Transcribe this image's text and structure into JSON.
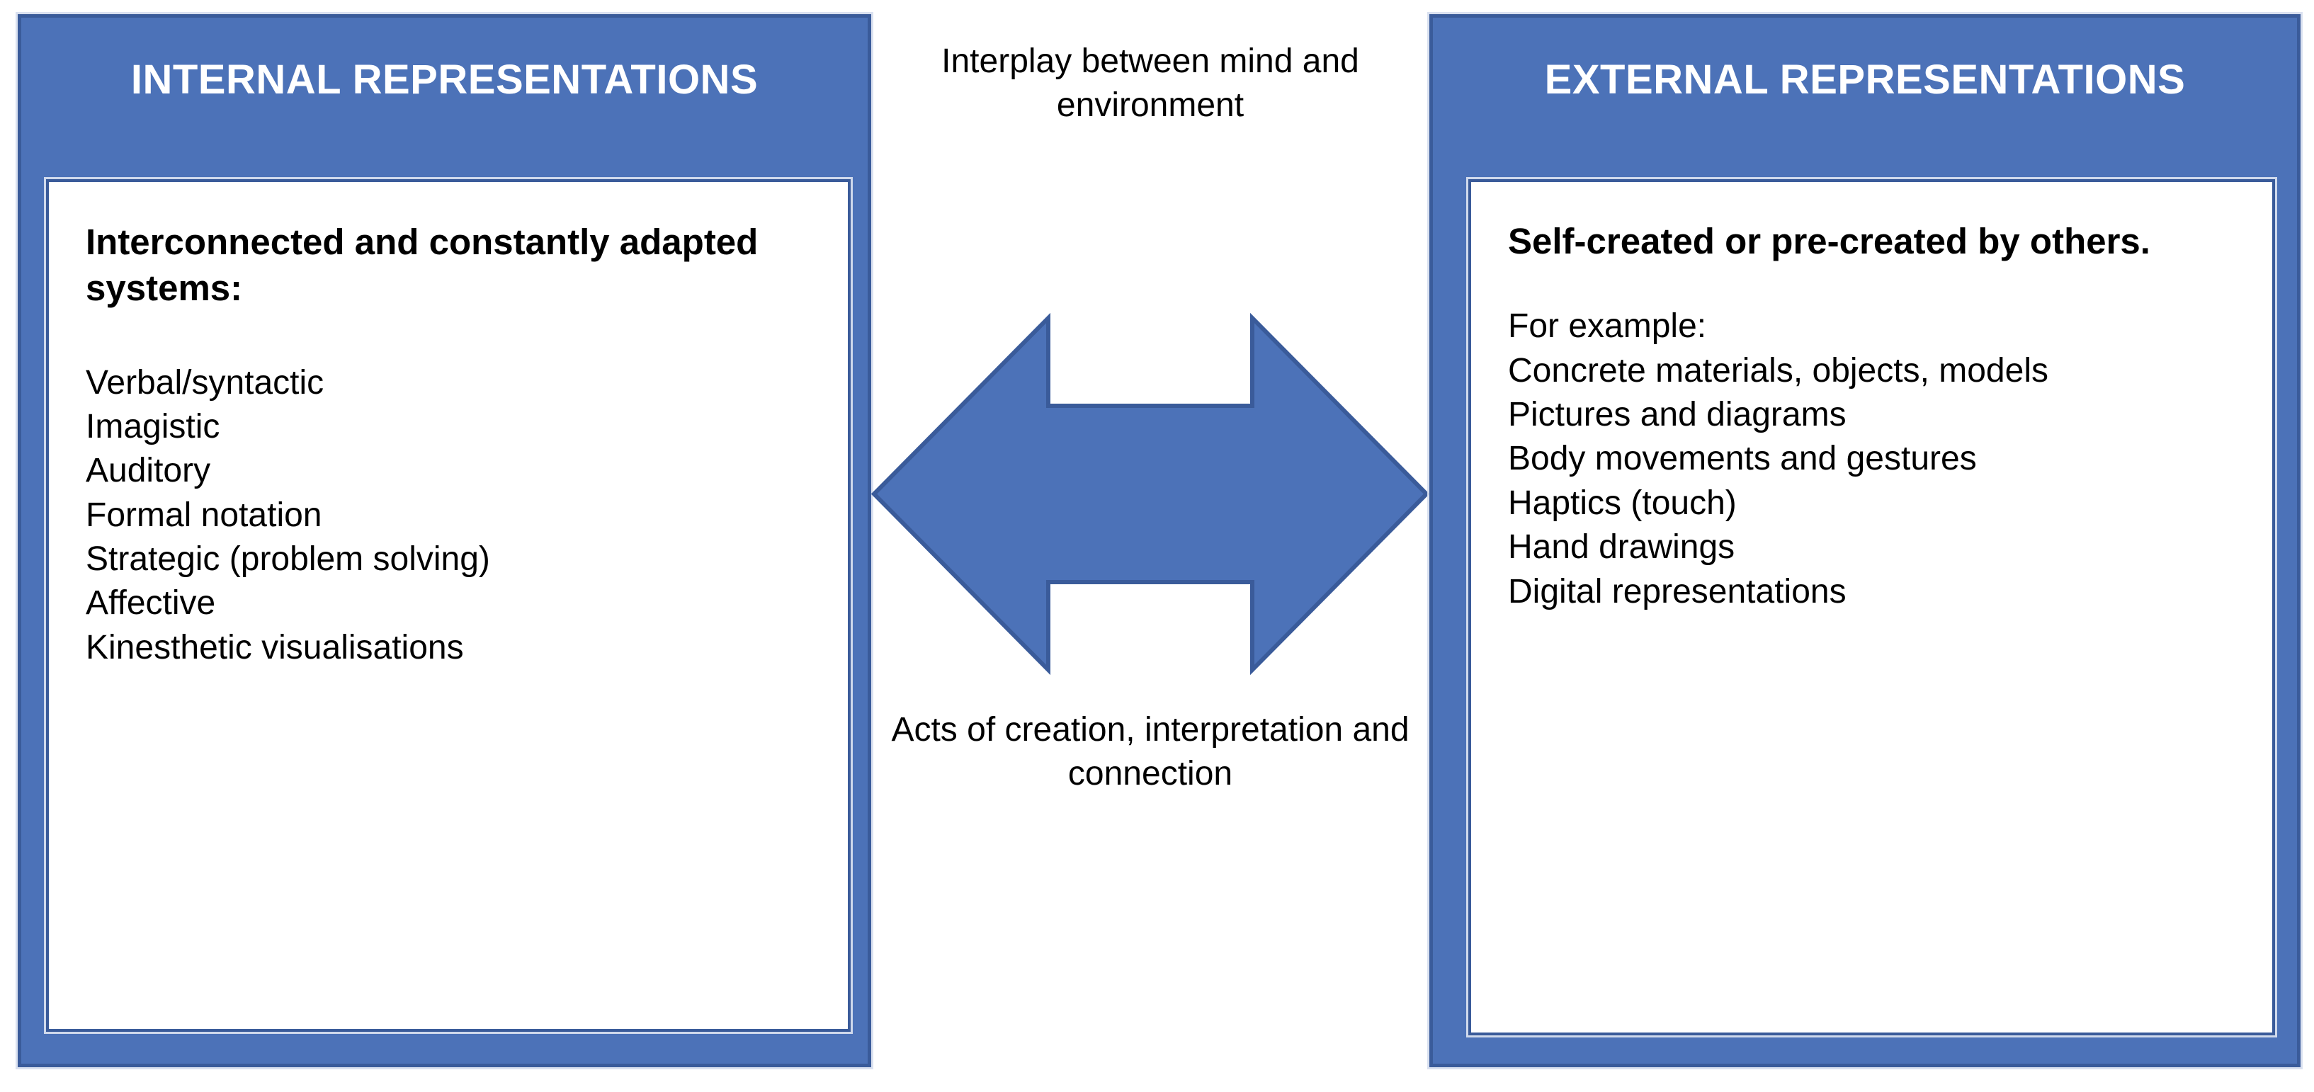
{
  "theme": {
    "panel_fill": "#4C72B8",
    "panel_border": "#3A5B9A",
    "card_fill": "#FFFFFF",
    "card_border": "#3A5B9A",
    "title_color": "#FFFFFF",
    "body_text_color": "#000000",
    "arrow_fill": "#4C72B8",
    "arrow_stroke": "#3A5B9A"
  },
  "internal": {
    "title": "INTERNAL REPRESENTATIONS",
    "heading": "Interconnected and constantly adapted systems:",
    "items": [
      "Verbal/syntactic",
      "Imagistic",
      "Auditory",
      "Formal notation",
      "Strategic (problem solving)",
      "Affective",
      "Kinesthetic visualisations"
    ]
  },
  "external": {
    "title": "EXTERNAL REPRESENTATIONS",
    "heading": "Self-created or pre-created by others.",
    "sub": "For example:",
    "items": [
      "Concrete materials, objects, models",
      "Pictures and diagrams",
      "Body movements and gestures",
      "Haptics (touch)",
      "Hand drawings",
      "Digital representations"
    ]
  },
  "centre": {
    "caption_top": "Interplay between mind and environment",
    "caption_bottom": "Acts of creation, interpretation and connection",
    "arrow_label": "double-headed-horizontal-arrow"
  }
}
